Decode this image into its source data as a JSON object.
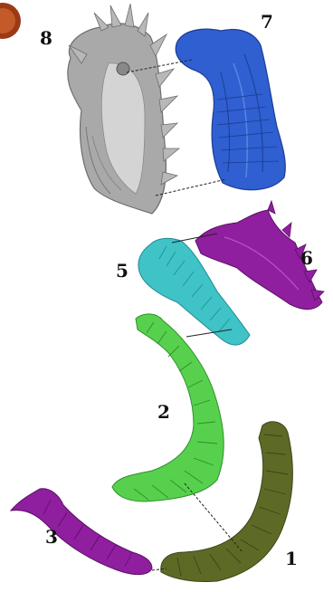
{
  "labels": {
    "p1": "1",
    "p2": "2",
    "p3": "3",
    "p5": "5",
    "p6": "6",
    "p7": "7",
    "p8": "8"
  },
  "colors": {
    "gray": "#a9a9a9",
    "blue": "#2f5fd0",
    "cyan": "#3fc3c6",
    "violet": "#8f1f9e",
    "green": "#57d14d",
    "olive": "#5d6a26",
    "logo": "#9b3a16"
  }
}
